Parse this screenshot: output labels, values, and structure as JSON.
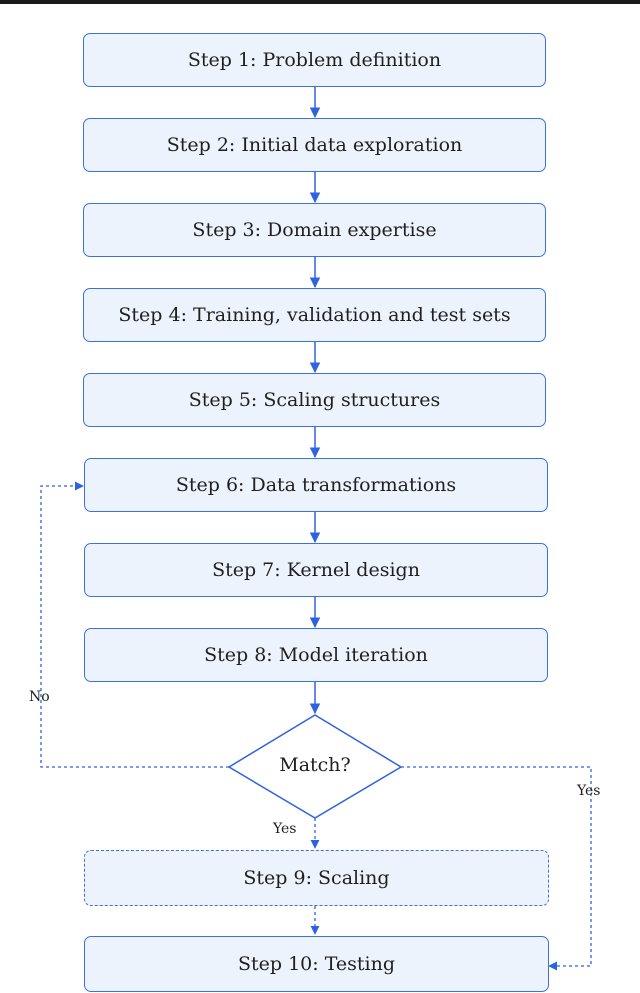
{
  "steps": [
    "Step 1: Problem definition",
    "Step 2: Initial data exploration",
    "Step 3: Domain expertise",
    "Step 4: Training, validation and test sets",
    "Step 5: Scaling structures",
    "Step 6: Data transformations",
    "Step 7: Kernel design",
    "Step 8: Model iteration",
    "Step 9: Scaling",
    "Step 10: Testing"
  ],
  "decision": {
    "label": "Match?"
  },
  "edge_labels": {
    "no": "No",
    "yes_down": "Yes",
    "yes_right": "Yes"
  },
  "colors": {
    "box_fill": "#edf3fc",
    "box_border": "#3b73db",
    "arrow": "#2f62e0"
  }
}
